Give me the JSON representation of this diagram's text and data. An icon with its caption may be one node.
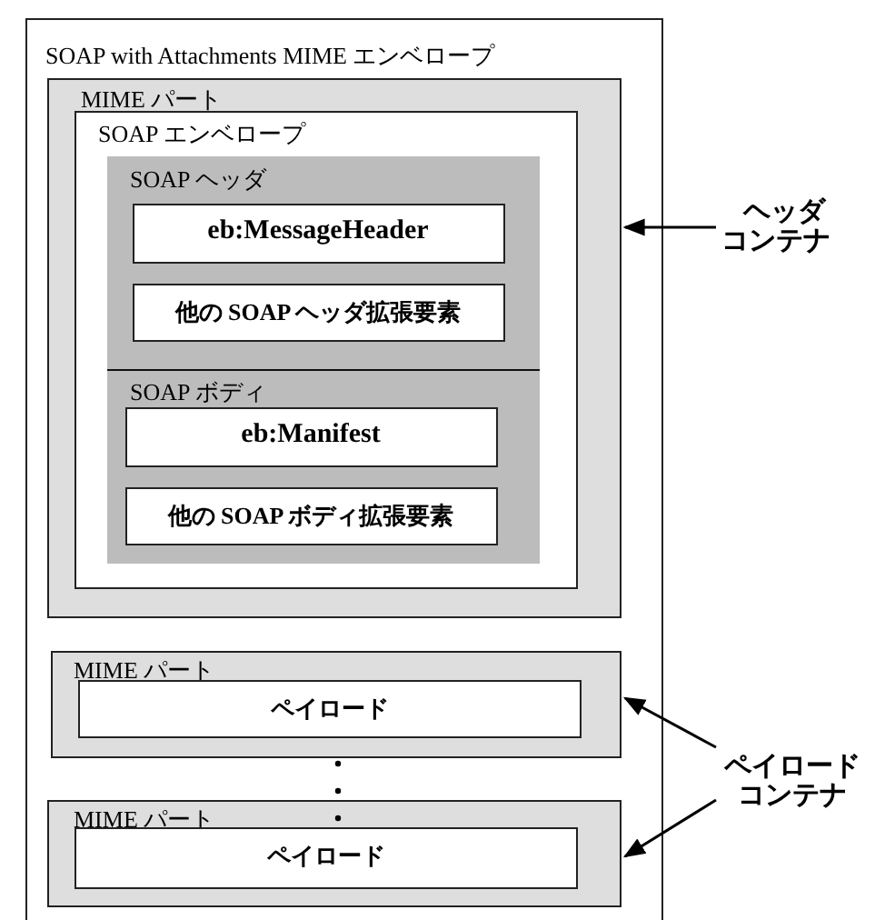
{
  "diagram": {
    "nodes": [
      {
        "text": [
          "SOAP with Attachments MIME エンベロープ"
        ]
      },
      {
        "text": [
          "MIME パート"
        ],
        "in": 0
      },
      {
        "text": [
          "SOAP エンベロープ"
        ],
        "in": 1
      },
      {
        "text": [
          "SOAP ヘッダ"
        ],
        "in": 2
      },
      {
        "text": [
          "eb:MessageHeader"
        ],
        "in": 3
      },
      {
        "text": [
          "他の SOAP ヘッダ拡張要素"
        ],
        "in": 3
      },
      {
        "text": [
          "SOAP ボディ"
        ],
        "in": 2
      },
      {
        "text": [
          "eb:Manifest"
        ],
        "in": 6
      },
      {
        "text": [
          "他の SOAP ボディ拡張要素"
        ],
        "in": 6
      },
      {
        "text": [
          "MIME パート"
        ],
        "in": 0
      },
      {
        "text": [
          "ペイロード"
        ],
        "in": 9
      },
      {
        "text": [
          "MIME パート"
        ],
        "in": 0
      },
      {
        "text": [
          "ペイロード"
        ],
        "in": 11
      },
      {
        "text": [
          "ヘッダコンテナ"
        ]
      },
      {
        "text": [
          "ペイロードコンテナ"
        ]
      }
    ],
    "edges": [
      {
        "from": 13,
        "to": 1,
        "arrow": "to"
      },
      {
        "from": 14,
        "to": 9,
        "arrow": "to"
      },
      {
        "from": 14,
        "to": 11,
        "arrow": "to"
      }
    ]
  }
}
